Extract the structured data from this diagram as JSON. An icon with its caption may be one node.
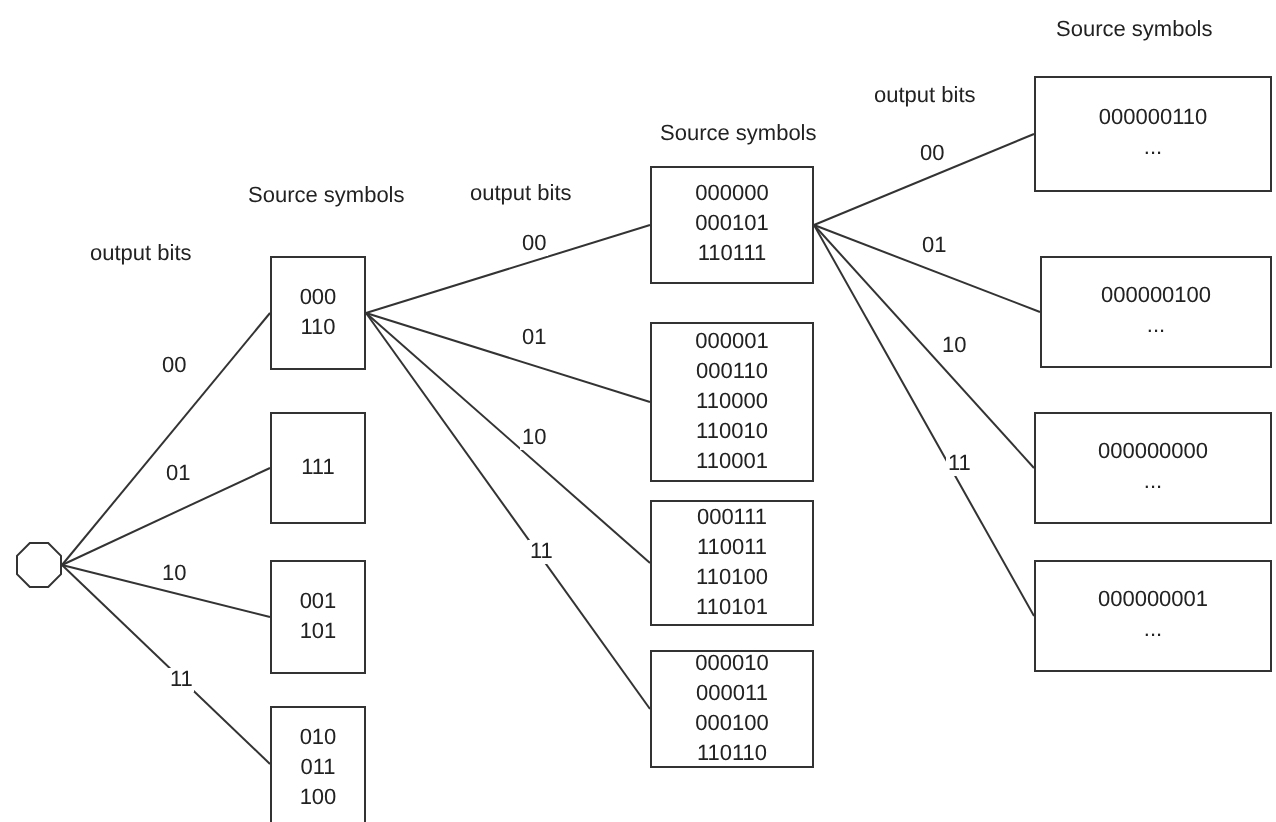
{
  "diagram": {
    "nodes": [
      {
        "text": [],
        "shape": "circle"
      },
      {
        "text": [
          "000",
          "110"
        ]
      },
      {
        "text": [
          "111"
        ]
      },
      {
        "text": [
          "001",
          "101"
        ]
      },
      {
        "text": [
          "010",
          "011",
          "100"
        ]
      },
      {
        "text": [
          "000000",
          "000101",
          "110111"
        ]
      },
      {
        "text": [
          "000001",
          "000110",
          "110000",
          "110010",
          "110001"
        ]
      },
      {
        "text": [
          "000111",
          "110011",
          "110100",
          "110101"
        ]
      },
      {
        "text": [
          "000010",
          "000011",
          "000100",
          "110110"
        ]
      },
      {
        "text": [
          "000000110",
          "..."
        ]
      },
      {
        "text": [
          "000000100",
          "..."
        ]
      },
      {
        "text": [
          "000000000",
          "..."
        ]
      },
      {
        "text": [
          "000000001",
          "..."
        ]
      }
    ],
    "edges": [
      {
        "from": 0,
        "to": 1,
        "arrow": "none",
        "label": "00"
      },
      {
        "from": 0,
        "to": 2,
        "arrow": "none",
        "label": "01"
      },
      {
        "from": 0,
        "to": 3,
        "arrow": "none",
        "label": "10"
      },
      {
        "from": 0,
        "to": 4,
        "arrow": "none",
        "label": "11"
      },
      {
        "from": 1,
        "to": 5,
        "arrow": "none",
        "label": "00"
      },
      {
        "from": 1,
        "to": 6,
        "arrow": "none",
        "label": "01"
      },
      {
        "from": 1,
        "to": 7,
        "arrow": "none",
        "label": "10"
      },
      {
        "from": 1,
        "to": 8,
        "arrow": "none",
        "label": "11"
      },
      {
        "from": 5,
        "to": 9,
        "arrow": "none",
        "label": "00"
      },
      {
        "from": 5,
        "to": 10,
        "arrow": "none",
        "label": "01"
      },
      {
        "from": 5,
        "to": 11,
        "arrow": "none",
        "label": "10"
      },
      {
        "from": 5,
        "to": 12,
        "arrow": "none",
        "label": "11"
      }
    ],
    "labels": [
      "Source symbols",
      "output bits",
      "Source symbols",
      "output bits",
      "Source symbols",
      "output bits"
    ]
  }
}
